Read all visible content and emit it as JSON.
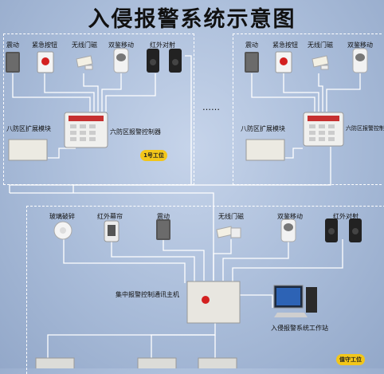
{
  "title": "入侵报警系统示意图",
  "zone1": {
    "sensors": [
      "震动",
      "紧急按钮",
      "无线门磁",
      "双鉴移动",
      "红外对射"
    ],
    "expansion": "八防区扩展模块",
    "controller": "六防区报警控制器",
    "badge": "1号工位"
  },
  "zone2": {
    "sensors": [
      "震动",
      "紧急按钮",
      "无线门磁",
      "双鉴移动"
    ],
    "expansion": "八防区扩展模块",
    "controller": "六防区报警控制器"
  },
  "ellipsis": "……",
  "bottom": {
    "sensors": [
      "玻璃破碎",
      "红外幕帘",
      "震动",
      "无线门磁",
      "双鉴移动",
      "红外对射"
    ],
    "host": "集中报警控制通讯主机",
    "workstation": "入侵报警系统工作站",
    "badge": "值守工位"
  },
  "colors": {
    "line": "#ffffff",
    "bg": "#b3c4de",
    "badge": "#f2c61a",
    "alarm_red": "#d32020"
  }
}
